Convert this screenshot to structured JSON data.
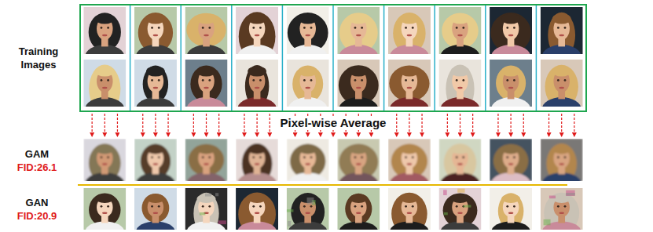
{
  "diagram": {
    "nodes": [
      {
        "text": [
          "Training Images"
        ]
      },
      {
        "text": [
          "GAM",
          "FID:26.1"
        ]
      },
      {
        "text": [
          "GAN",
          "FID:20.9"
        ]
      }
    ],
    "edges": [
      {
        "from": 0,
        "to": 1,
        "label": "Pixel-wise Average",
        "arrow": "to"
      }
    ]
  }
}
